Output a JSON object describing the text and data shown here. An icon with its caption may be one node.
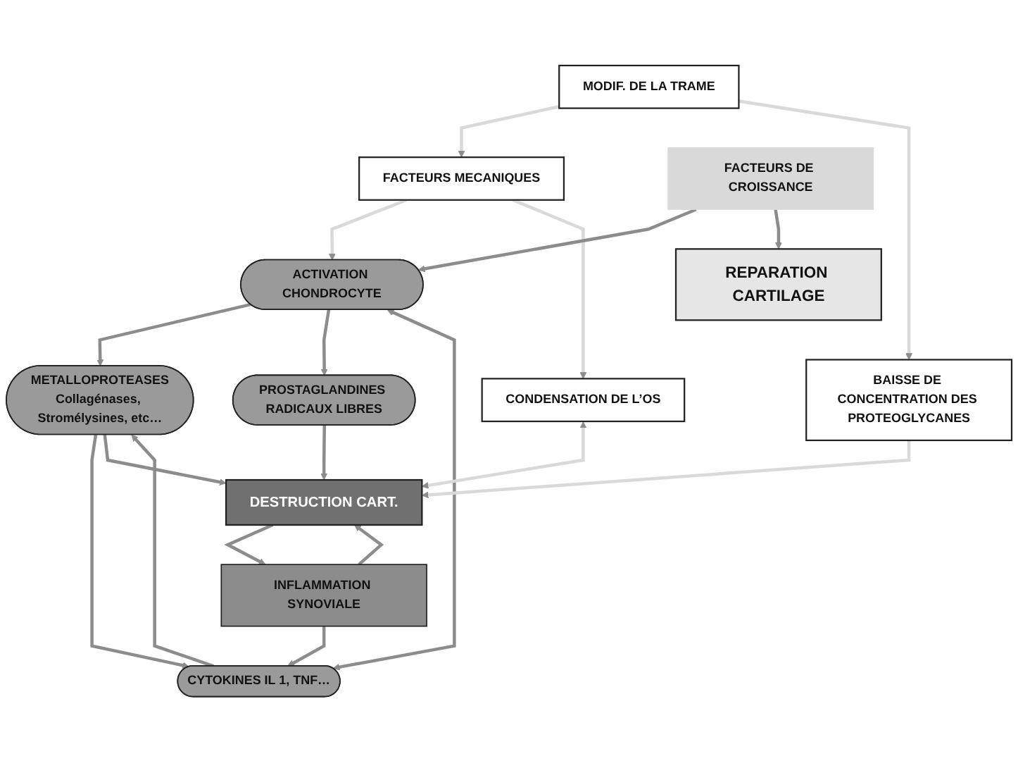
{
  "diagram": {
    "nodes": [
      {
        "text": [
          "FACTEURS MECANIQUES"
        ]
      },
      {
        "text": [
          "ACTIVATION CHONDROCYTE"
        ]
      },
      {
        "text": [
          "CONDENSATION DE L’OS"
        ]
      },
      {
        "text": [
          "MODIF. DE LA TRAME"
        ]
      },
      {
        "text": [
          "FACTEURS DE CROISSANCE"
        ]
      },
      {
        "text": [
          "METALLOPROTEASES",
          "Collagénases, Stromélysines, etc…"
        ]
      },
      {
        "text": [
          "REPARATION CARTILAGE"
        ]
      },
      {
        "text": [
          "CYTOKINES IL 1, TNF…"
        ]
      },
      {
        "text": [
          "PROSTAGLANDINES RADICAUX LIBRES"
        ]
      },
      {
        "text": [
          "BAISSE DE CONCENTRATION DES PROTEOGLYCANES"
        ]
      },
      {
        "text": [
          "INFLAMMATION SYNOVIALE"
        ]
      },
      {
        "text": [
          "DESTRUCTION CART."
        ]
      }
    ],
    "edges": [
      {
        "from": 0,
        "to": 1,
        "arrow": "to",
        "color": "#d9d9d9"
      },
      {
        "from": 0,
        "to": 2,
        "arrow": "to",
        "color": "#d9d9d9"
      },
      {
        "from": 3,
        "to": 0,
        "arrow": "to",
        "color": "#d9d9d9"
      },
      {
        "from": 1,
        "to": 5,
        "arrow": "to"
      },
      {
        "from": 1,
        "to": 8,
        "arrow": "to"
      },
      {
        "from": 4,
        "to": 1,
        "arrow": "to"
      },
      {
        "from": 4,
        "to": 6,
        "arrow": "to"
      },
      {
        "from": 3,
        "to": 9,
        "arrow": "to",
        "color": "#d9d9d9"
      },
      {
        "from": 5,
        "to": 7,
        "arrow": "to"
      },
      {
        "from": 7,
        "to": 5,
        "arrow": "to"
      },
      {
        "from": 7,
        "to": 1,
        "arrow": "both"
      },
      {
        "from": 5,
        "to": 11,
        "arrow": "to"
      },
      {
        "from": 8,
        "to": 11,
        "arrow": "to"
      },
      {
        "from": 2,
        "to": 11,
        "arrow": "both",
        "color": "#d9d9d9"
      },
      {
        "from": 9,
        "to": 11,
        "arrow": "to",
        "color": "#d9d9d9"
      },
      {
        "from": 10,
        "to": 7,
        "arrow": "to"
      },
      {
        "from": 10,
        "to": 11,
        "arrow": "to"
      },
      {
        "from": 11,
        "to": 10,
        "arrow": "to"
      }
    ]
  }
}
